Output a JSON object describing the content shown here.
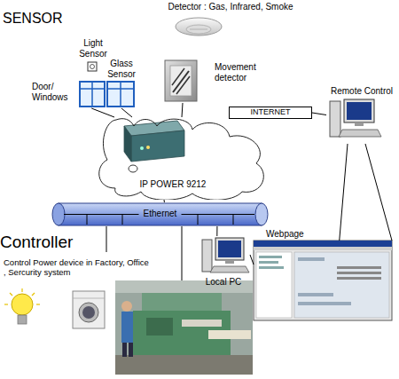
{
  "diagram": {
    "nodes": [
      {
        "text": [
          "Detector : Gas, Infrared, Smoke"
        ]
      },
      {
        "text": [
          "Light Sensor"
        ]
      },
      {
        "text": [
          "Door/ Windows"
        ]
      },
      {
        "text": [
          "Glass Sensor"
        ]
      },
      {
        "text": [
          "Movement detector"
        ]
      },
      {
        "text": [
          "IP POWER 9212"
        ]
      },
      {
        "text": [
          "INTERNET"
        ]
      },
      {
        "text": [
          "Remote Control"
        ]
      },
      {
        "text": [
          "Ethernet"
        ]
      },
      {
        "text": [
          "Webpage"
        ]
      },
      {
        "text": [
          "Local PC"
        ]
      }
    ],
    "edges": [
      {
        "from": 2,
        "to": 5,
        "arrow": "none"
      },
      {
        "from": 3,
        "to": 5,
        "arrow": "none"
      },
      {
        "from": 4,
        "to": 5,
        "arrow": "none"
      },
      {
        "from": 6,
        "to": 7,
        "arrow": "none"
      },
      {
        "from": 7,
        "to": 9,
        "arrow": "none"
      },
      {
        "from": 7,
        "to": 9,
        "arrow": "none"
      },
      {
        "from": 10,
        "to": 9,
        "arrow": "none"
      },
      {
        "from": 5,
        "to": 8,
        "arrow": "none"
      },
      {
        "from": 8,
        "to": 10,
        "arrow": "none"
      }
    ],
    "labels": [
      "SENSOR",
      "Controller",
      "Control Power device in Factory, Office , Sercurity system"
    ]
  }
}
